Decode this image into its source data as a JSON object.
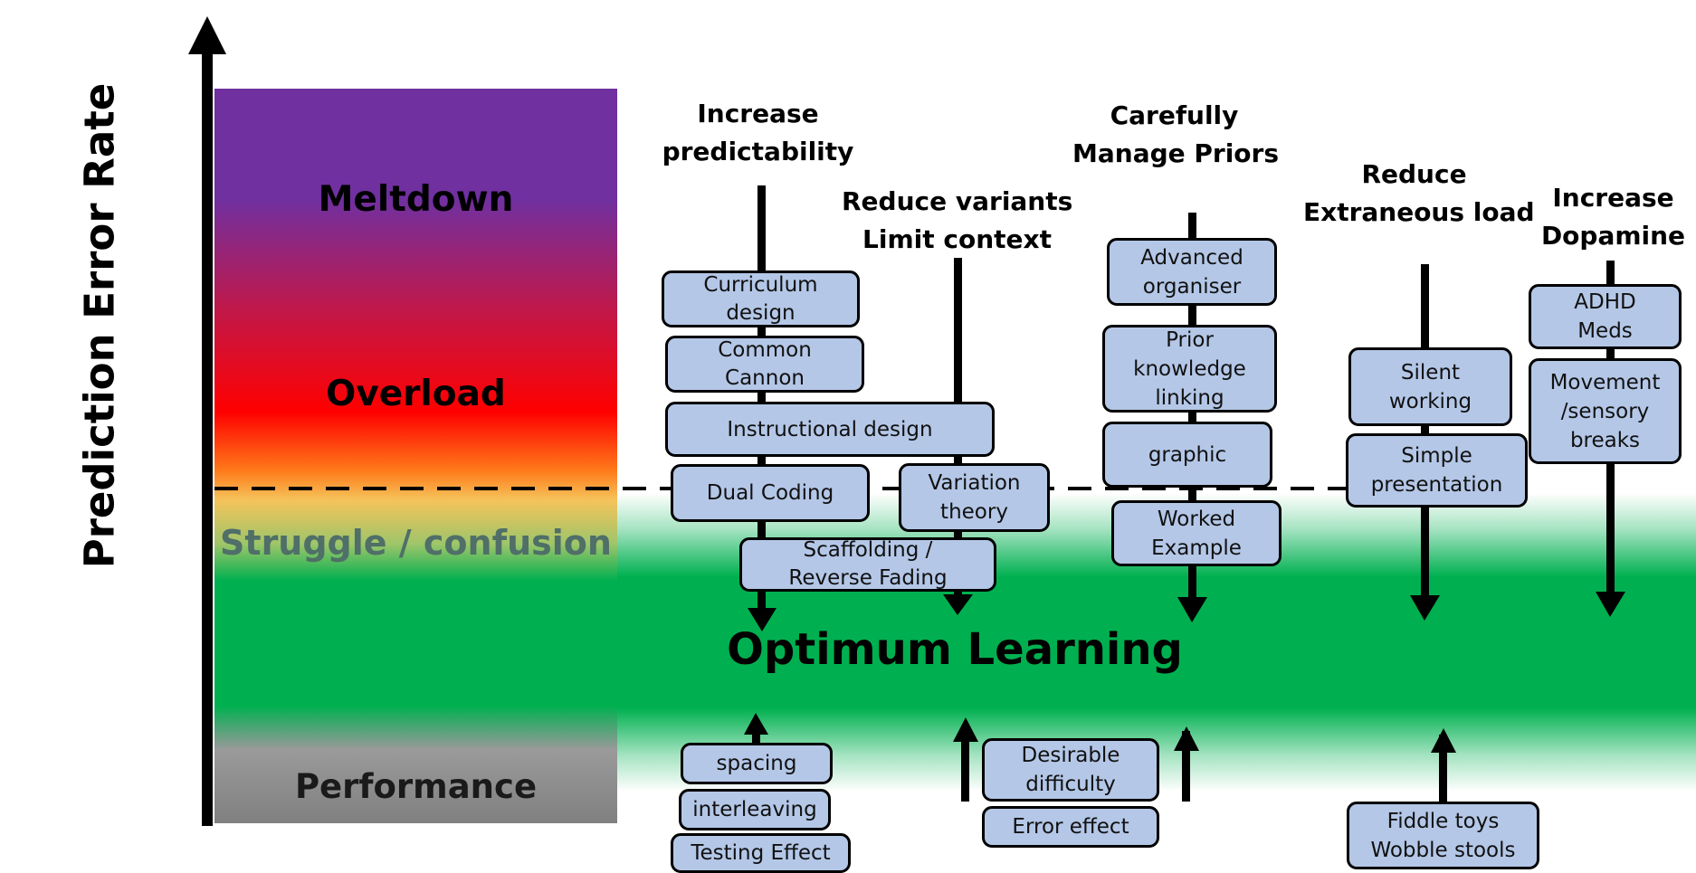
{
  "y_axis": {
    "title": "Prediction Error Rate"
  },
  "zones": {
    "meltdown": "Meltdown",
    "overload": "Overload",
    "struggle": "Struggle / confusion",
    "performance": "Performance"
  },
  "optimum_label": "Optimum Learning",
  "headings": {
    "predictability": [
      "Increase",
      "predictability"
    ],
    "variants": [
      "Reduce variants",
      "Limit context"
    ],
    "priors": [
      "Carefully",
      "Manage Priors"
    ],
    "extraneous": [
      "Reduce",
      "Extraneous load"
    ],
    "dopamine": [
      "Increase",
      "Dopamine"
    ]
  },
  "boxes": {
    "curriculum": "Curriculum\ndesign",
    "common_cannon": "Common\nCannon",
    "instructional": "Instructional design",
    "dual_coding": "Dual Coding",
    "variation": "Variation\ntheory",
    "scaffolding": "Scaffolding /\nReverse Fading",
    "advanced_organiser": "Advanced\norganiser",
    "prior_knowledge": "Prior\nknowledge\nlinking",
    "graphic": "graphic",
    "worked_example": "Worked\nExample",
    "silent_working": "Silent\nworking",
    "simple_presentation": "Simple\npresentation",
    "adhd_meds": "ADHD\nMeds",
    "movement": "Movement\n/sensory\nbreaks",
    "spacing": "spacing",
    "interleaving": "interleaving",
    "testing_effect": "Testing Effect",
    "desirable_difficulty": "Desirable\ndifficulty",
    "error_effect": "Error effect",
    "fiddle_toys": "Fiddle toys\nWobble stools"
  }
}
